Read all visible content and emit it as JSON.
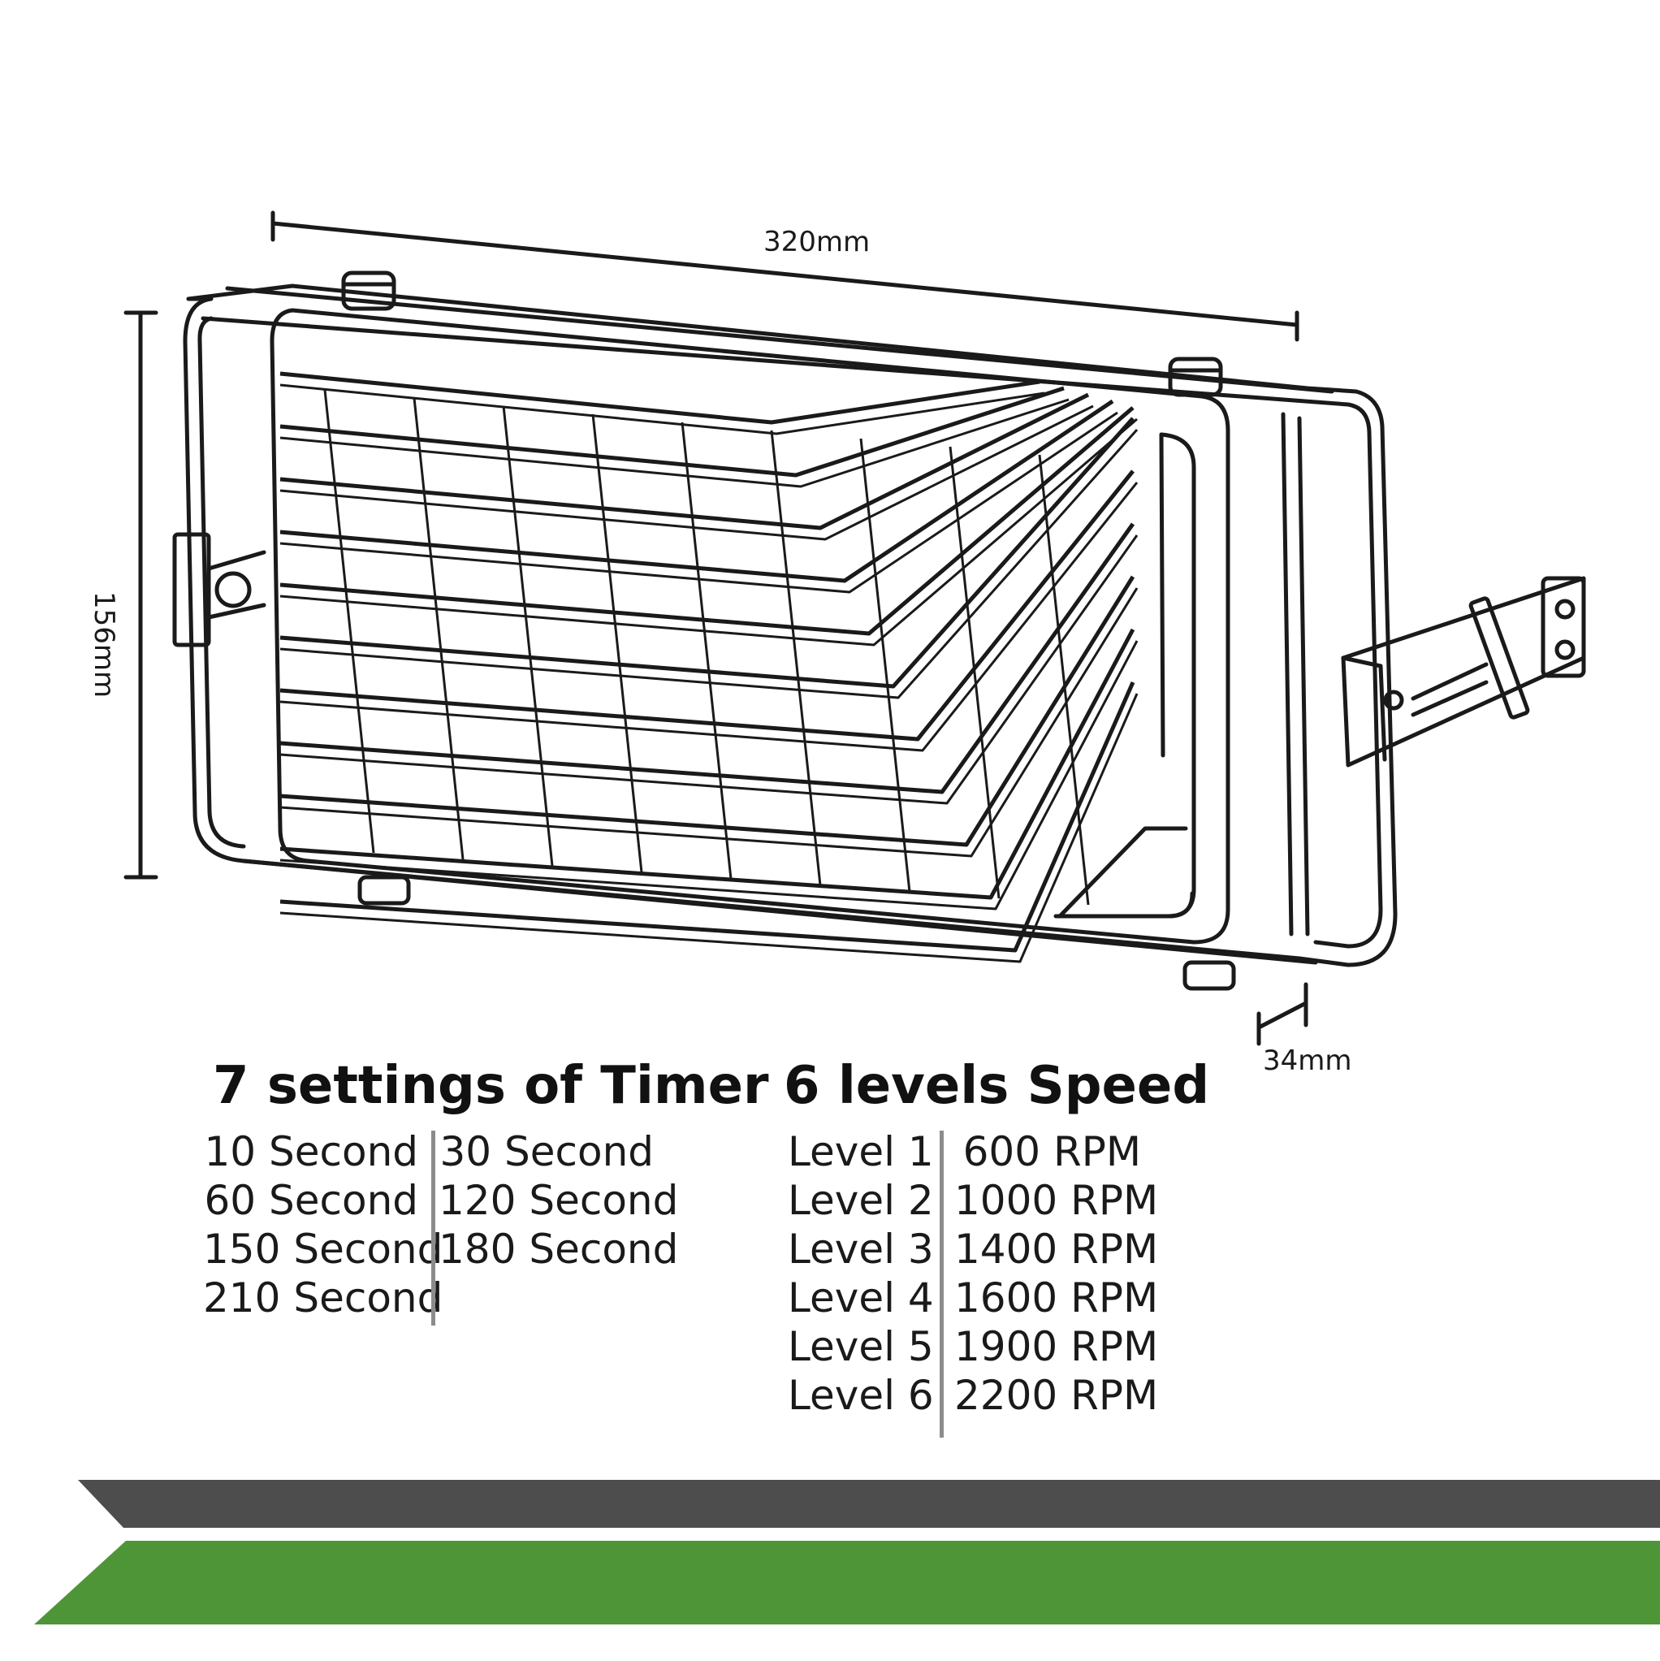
{
  "dimensions": {
    "width": "320mm",
    "height": "156mm",
    "depth": "34mm"
  },
  "timer": {
    "heading": "7 settings of Timer",
    "column_left": [
      "10 Second",
      "60 Second",
      "150 Second",
      "210 Second"
    ],
    "column_right": [
      "30 Second",
      "120 Second",
      "180 Second"
    ]
  },
  "speed": {
    "heading": "6 levels Speed",
    "levels": [
      "Level 1",
      "Level 2",
      "Level 3",
      "Level 4",
      "Level 5",
      "Level 6"
    ],
    "rpm": [
      "600 RPM",
      "1000 RPM",
      "1400 RPM",
      "1600 RPM",
      "1900 RPM",
      "2200 RPM"
    ]
  },
  "colors": {
    "line": "#1a1a1a",
    "divider": "#8c8c8c",
    "band_dark": "#4d4d4d",
    "band_green": "#4e9538"
  }
}
